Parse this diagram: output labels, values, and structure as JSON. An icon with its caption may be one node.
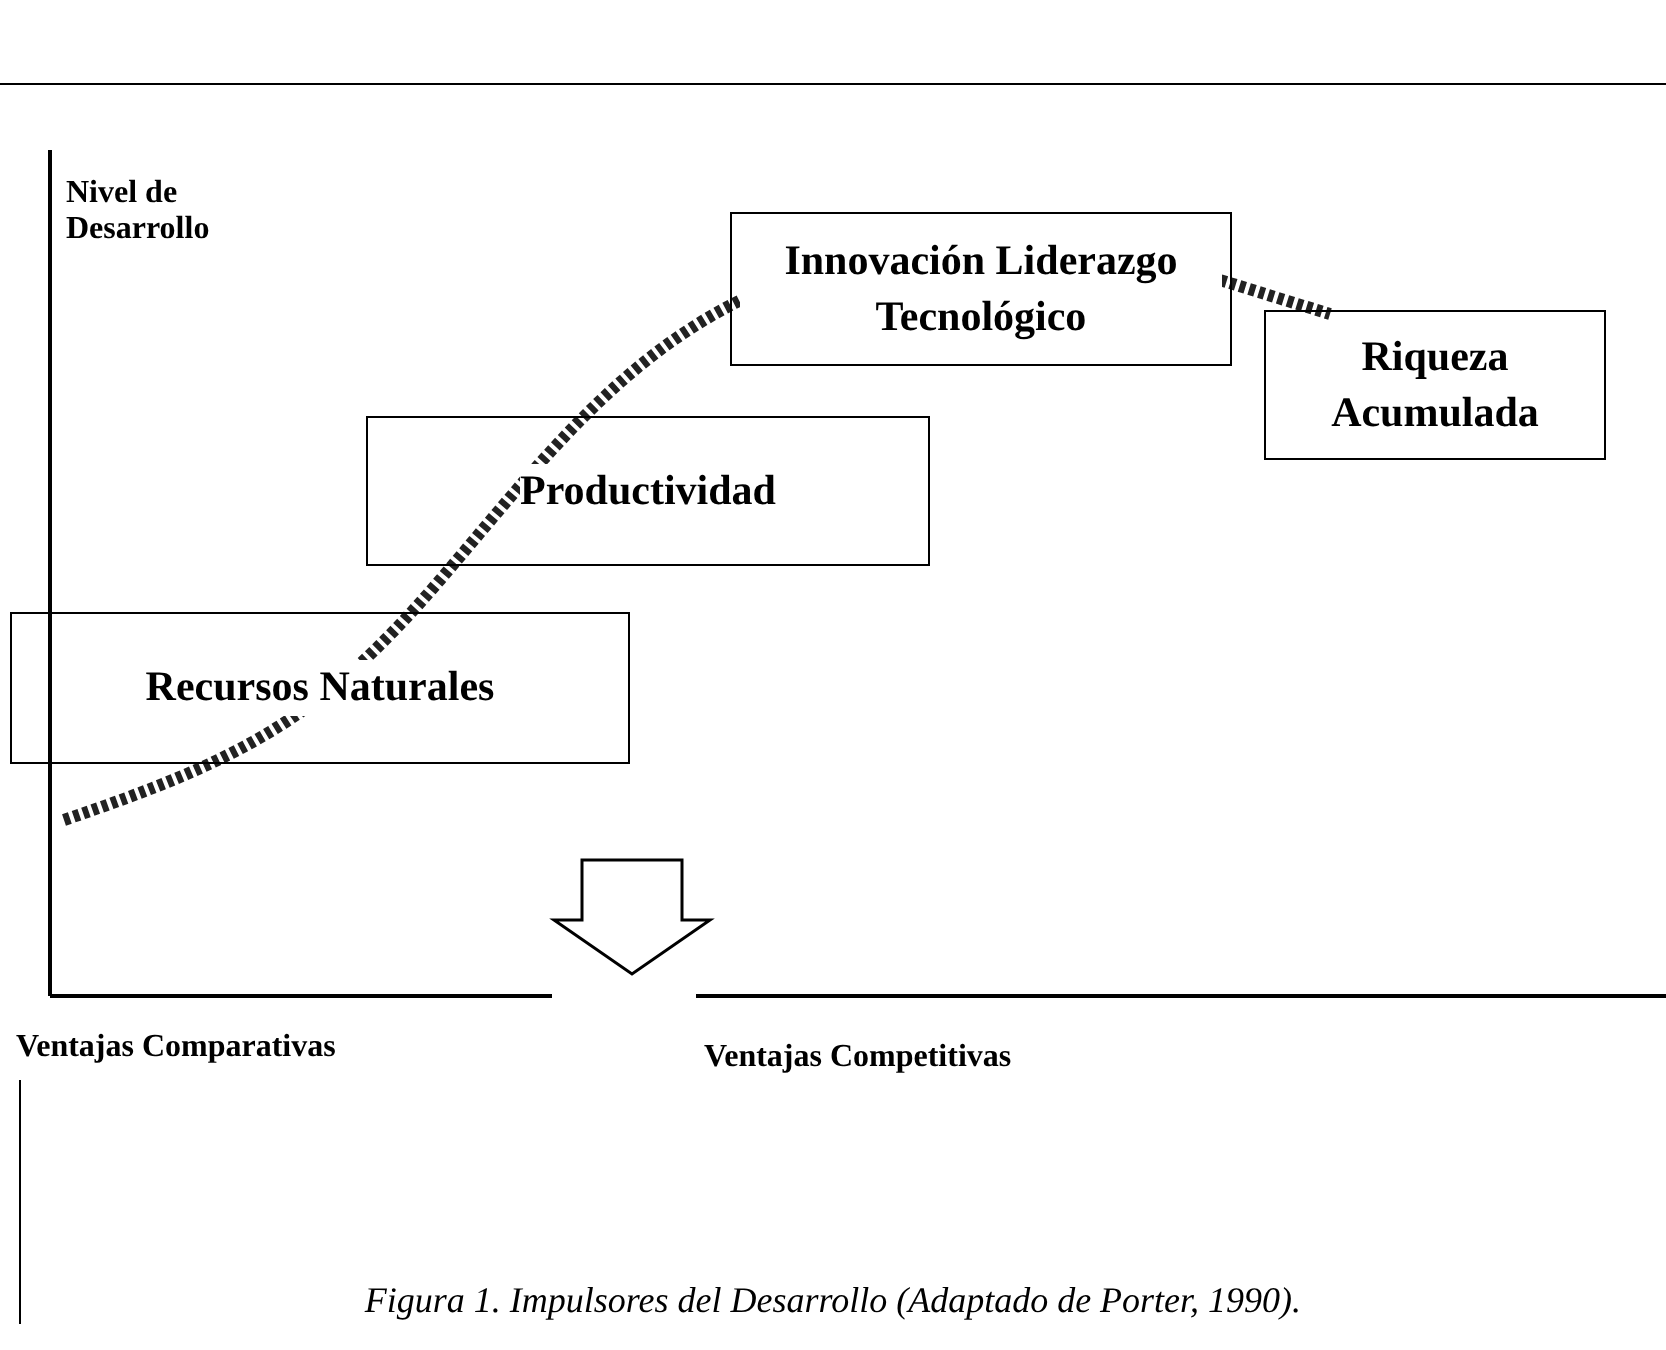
{
  "diagram": {
    "caption": "Figura 1. Impulsores del Desarrollo (Adaptado de Porter, 1990).",
    "nodes": [
      {
        "text": [
          "Recursos Naturales"
        ]
      },
      {
        "text": [
          "Productividad"
        ]
      },
      {
        "text": [
          "Innovación Liderazgo Tecnológico"
        ]
      },
      {
        "text": [
          "Riqueza Acumulada"
        ]
      }
    ],
    "labels": [
      "Nivel de Desarrollo",
      "Ventajas Comparativas",
      "Ventajas Competitivas"
    ]
  }
}
